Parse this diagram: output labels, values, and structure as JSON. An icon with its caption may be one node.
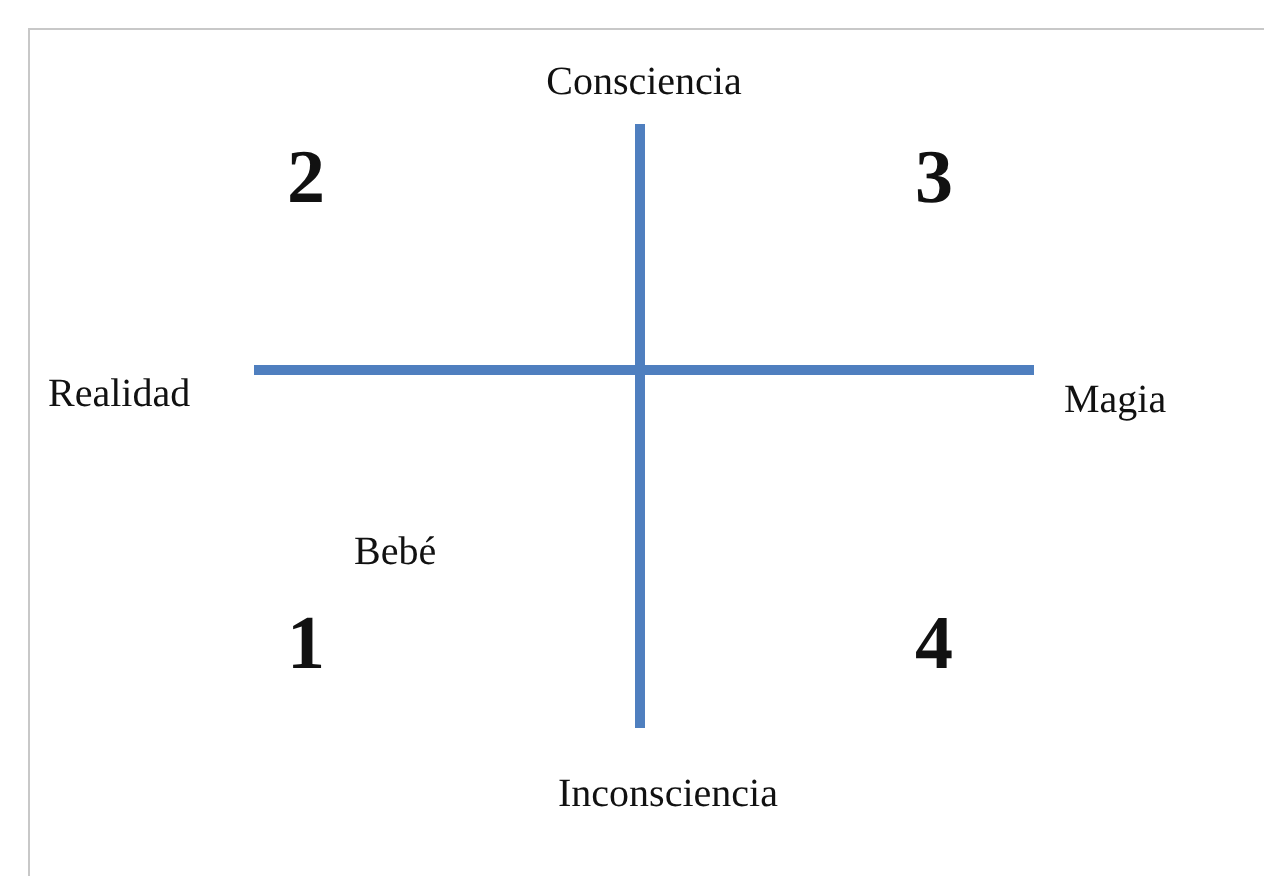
{
  "diagram": {
    "labels": [
      "Consciencia",
      "2",
      "3",
      "Realidad",
      "Magia",
      "Bebé",
      "1",
      "4",
      "Inconsciencia"
    ]
  }
}
